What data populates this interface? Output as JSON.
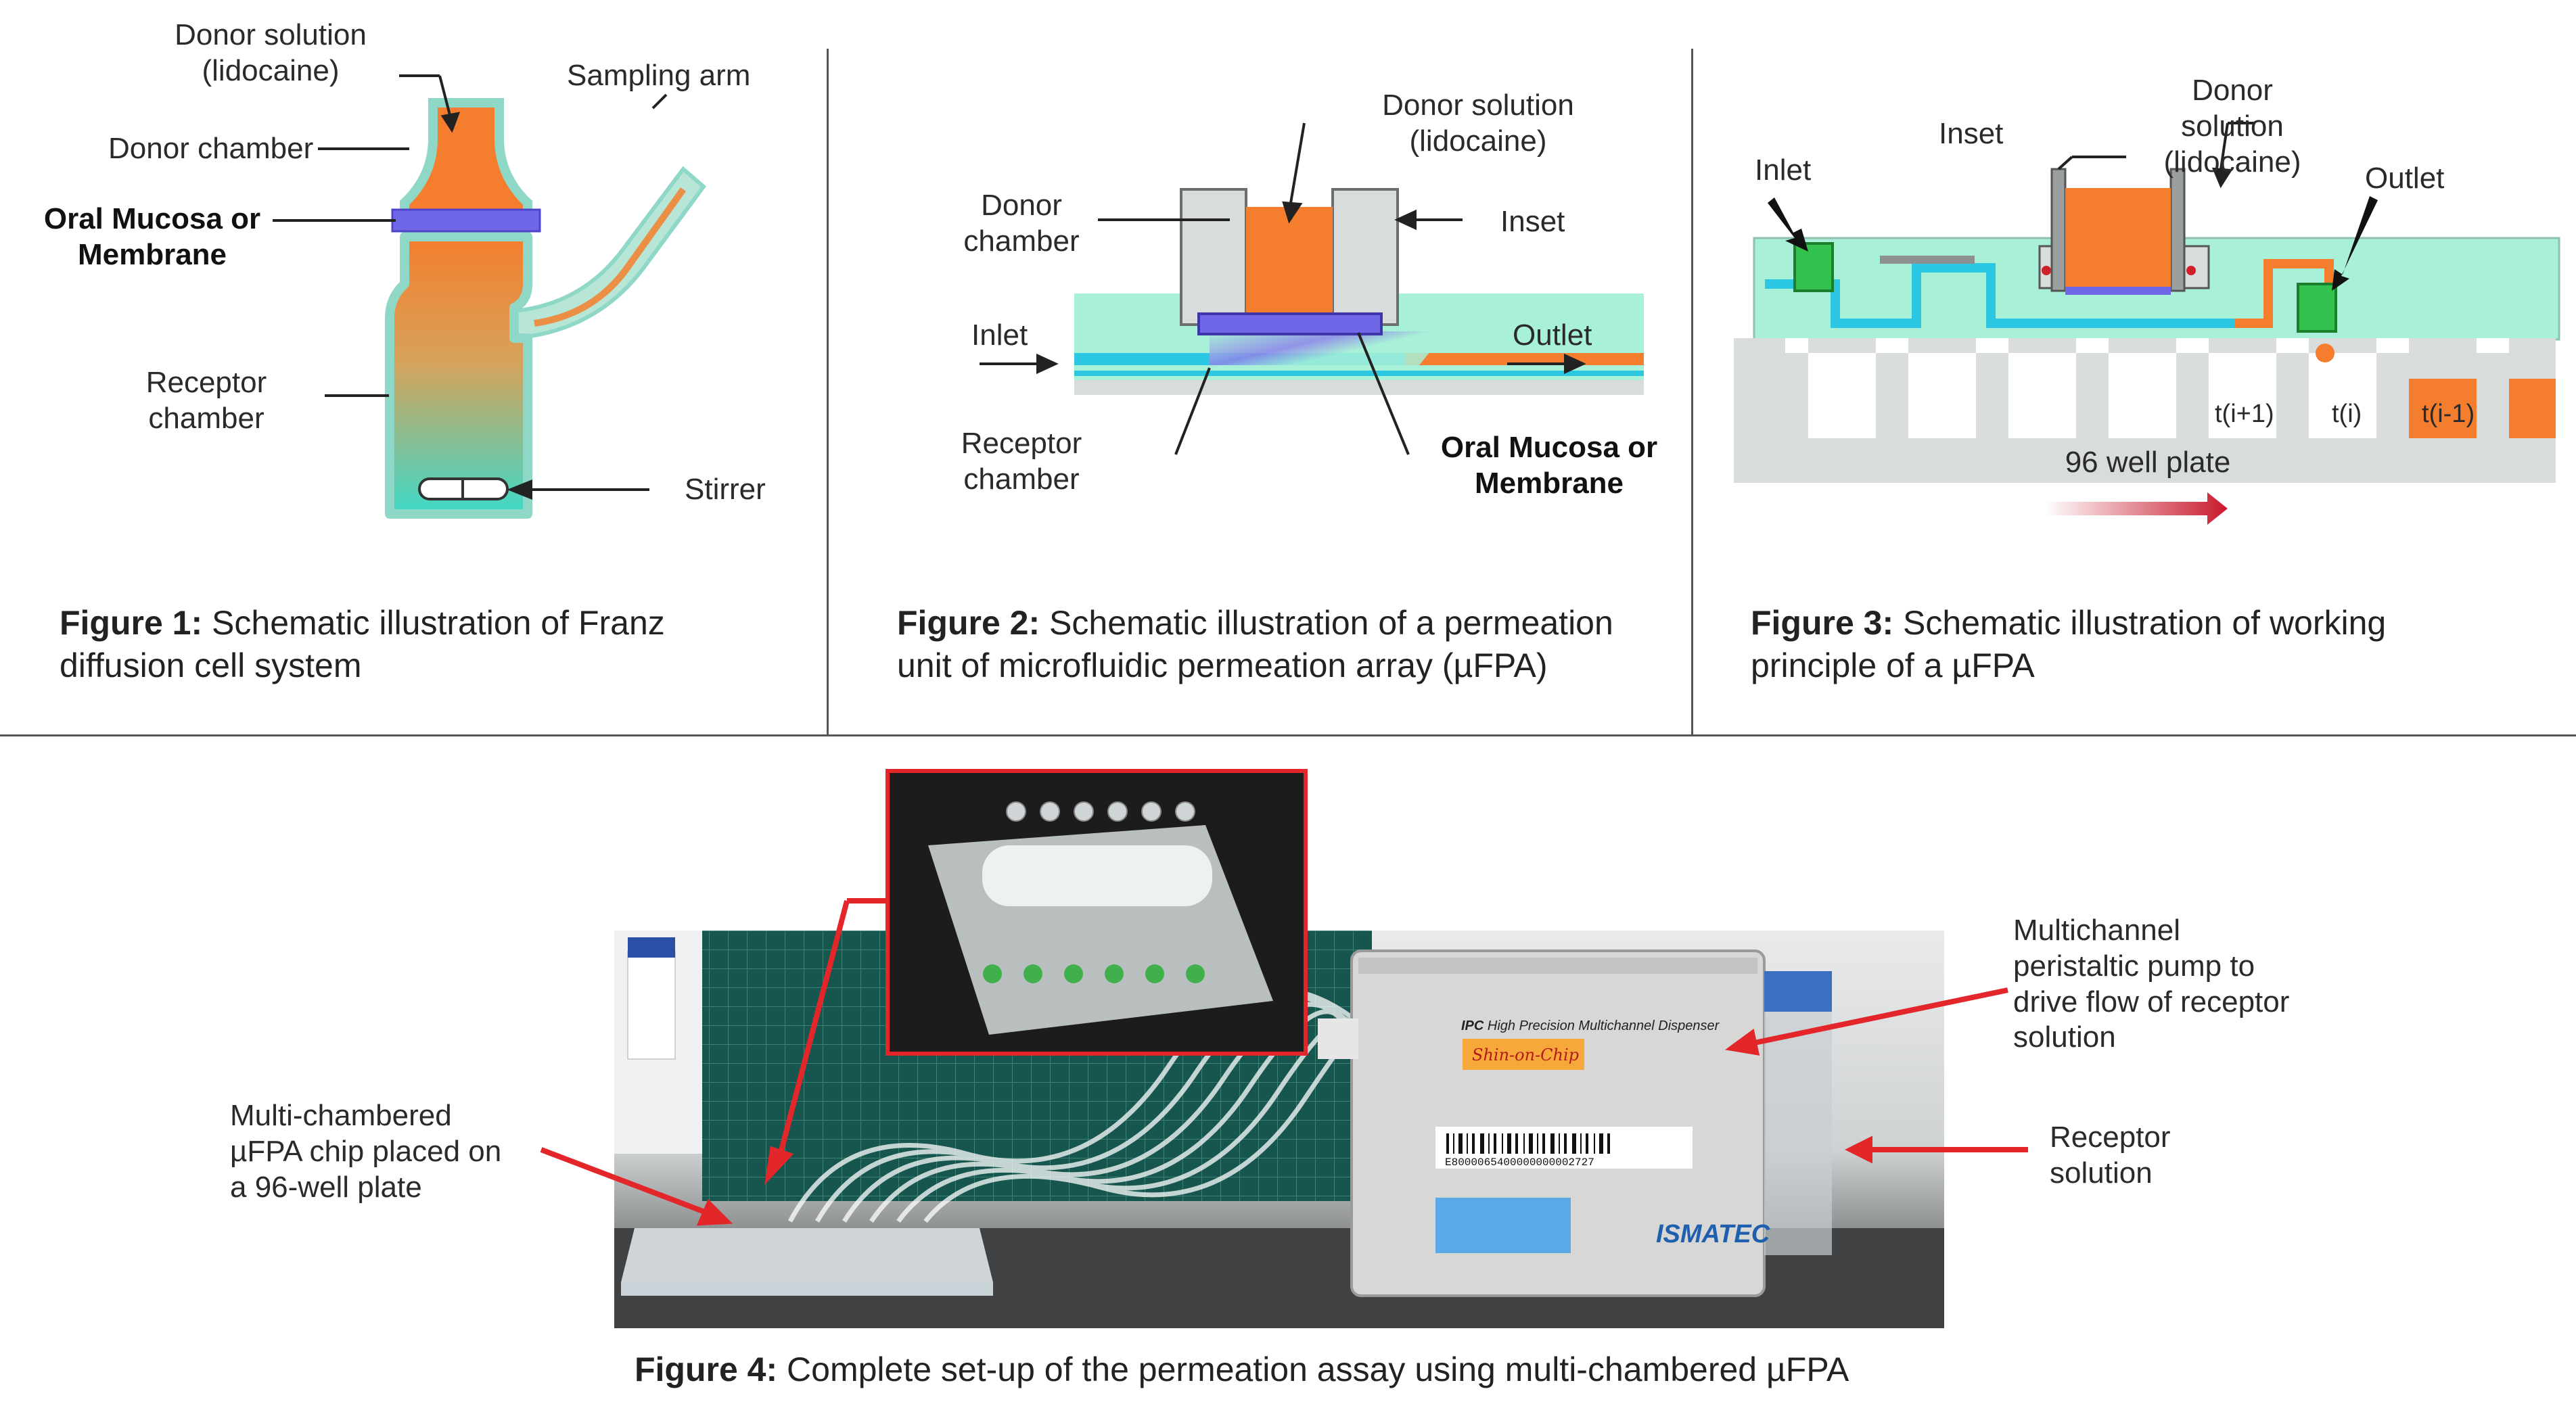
{
  "fig1": {
    "donor_solution": "Donor solution",
    "donor_solution_sub": "(lidocaine)",
    "donor_chamber": "Donor chamber",
    "membrane_l1": "Oral Mucosa or",
    "membrane_l2": "Membrane",
    "sampling_arm": "Sampling arm",
    "receptor_l1": "Receptor",
    "receptor_l2": "chamber",
    "stirrer": "Stirrer",
    "caption_bold": "Figure 1:",
    "caption_text": "Schematic illustration of Franz",
    "caption_text2": "diffusion cell system"
  },
  "fig2": {
    "donor_solution": "Donor solution",
    "donor_solution_sub": "(lidocaine)",
    "donor_l1": "Donor",
    "donor_l2": "chamber",
    "inset": "Inset",
    "inlet": "Inlet",
    "outlet": "Outlet",
    "receptor_l1": "Receptor",
    "receptor_l2": "chamber",
    "membrane_l1": "Oral Mucosa or",
    "membrane_l2": "Membrane",
    "caption_bold": "Figure 2:",
    "caption_text": "Schematic illustration of a permeation",
    "caption_text2": "unit of microfluidic permeation array (µFPA)"
  },
  "fig3": {
    "inlet": "Inlet",
    "inset": "Inset",
    "donor_l1": "Donor",
    "donor_l2": "solution",
    "donor_l3": "(lidocaine)",
    "outlet": "Outlet",
    "t_next": "t(i+1)",
    "t_cur": "t(i)",
    "t_prev": "t(i-1)",
    "plate": "96 well plate",
    "caption_bold": "Figure 3:",
    "caption_text": "Schematic illustration of working",
    "caption_text2": "principle of a µFPA"
  },
  "fig4": {
    "chip_l1": "Multi-chambered",
    "chip_l2": "µFPA chip placed on",
    "chip_l3": "a 96-well plate",
    "pump_l1": "Multichannel",
    "pump_l2": "peristaltic pump to",
    "pump_l3": "drive flow of receptor",
    "pump_l4": "solution",
    "receptor_l1": "Receptor",
    "receptor_l2": "solution",
    "pump_brand": "ISMATEC",
    "pump_model": "IPC",
    "pump_model_sub": "High Precision Multichannel Dispenser",
    "pump_tag": "Shin-on-Chip",
    "barcode": "E8000065400000000002727",
    "caption_bold": "Figure 4:",
    "caption_text": "Complete set-up of the permeation assay using multi-chambered µFPA"
  },
  "colors": {
    "orange": "#f47e2d",
    "teal": "#46d9c6",
    "mint": "#a8f0d8",
    "membrane": "#6f66e8",
    "grey": "#d9dcdc",
    "red_arrow": "#e3262a"
  }
}
